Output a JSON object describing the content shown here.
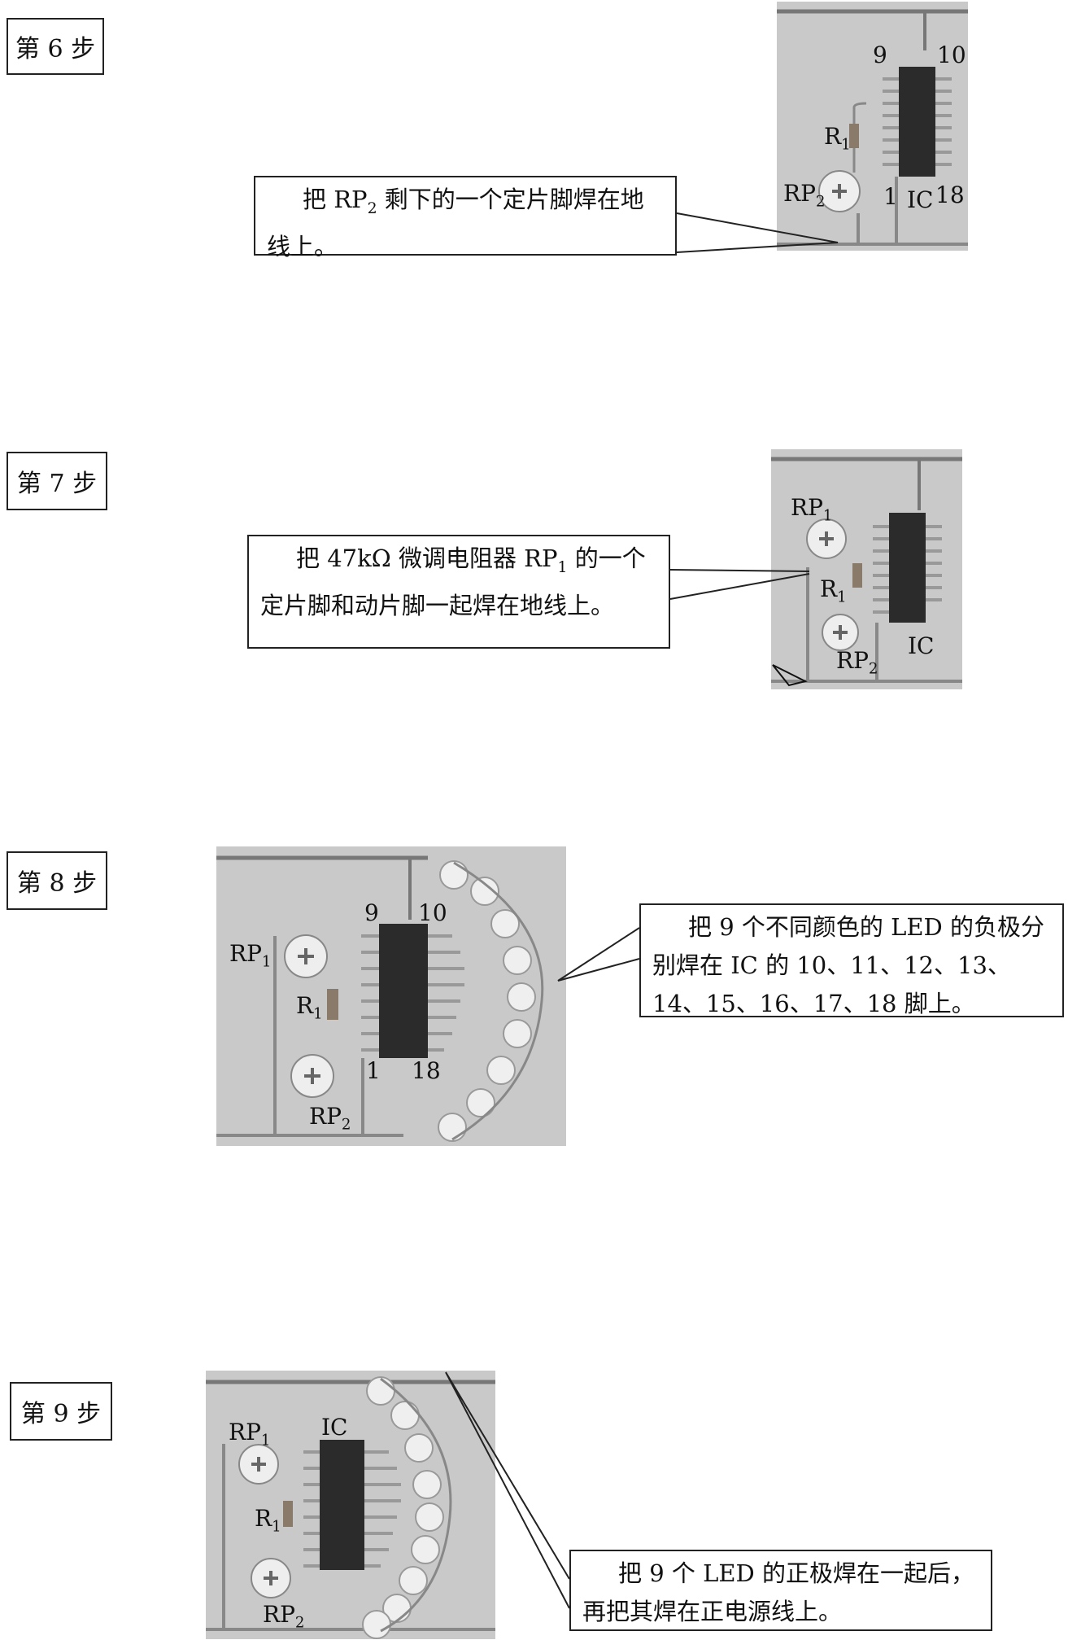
{
  "steps": [
    {
      "label": "第 6 步",
      "instruction_parts": [
        "把 RP",
        "2",
        " 剩下的一个定片脚焊在地线上。"
      ],
      "photo_labels": {
        "pin_left": "9",
        "pin_right": "10",
        "r": "R",
        "r_sub": "1",
        "rp": "RP",
        "rp_sub": "2",
        "pin_1": "1",
        "ic": "IC",
        "pin_18": "18"
      }
    },
    {
      "label": "第 7 步",
      "instruction_parts": [
        "把 47kΩ 微调电阻器 RP",
        "1",
        " 的一个定片脚和动片脚一起焊在地线上。"
      ],
      "photo_labels": {
        "rp1": "RP",
        "rp1_sub": "1",
        "r": "R",
        "r_sub": "1",
        "rp2": "RP",
        "rp2_sub": "2",
        "ic": "IC"
      }
    },
    {
      "label": "第 8 步",
      "instruction": "把 9 个不同颜色的 LED 的负极分别焊在 IC 的 10、11、12、13、14、15、16、17、18 脚上。",
      "photo_labels": {
        "pin_9": "9",
        "pin_10": "10",
        "rp1": "RP",
        "rp1_sub": "1",
        "r": "R",
        "r_sub": "1",
        "pin_1": "1",
        "pin_18": "18",
        "rp2": "RP",
        "rp2_sub": "2"
      }
    },
    {
      "label": "第 9 步",
      "instruction": "把 9 个 LED 的正极焊在一起后，再把其焊在正电源线上。",
      "photo_labels": {
        "rp1": "RP",
        "rp1_sub": "1",
        "ic": "IC",
        "r": "R",
        "r_sub": "1",
        "rp2": "RP",
        "rp2_sub": "2"
      }
    }
  ],
  "colors": {
    "photo_bg": "#c9c9c9",
    "wire": "#8a8a8a",
    "ic_body": "#2b2b2b",
    "led": "#e8e8e8"
  }
}
